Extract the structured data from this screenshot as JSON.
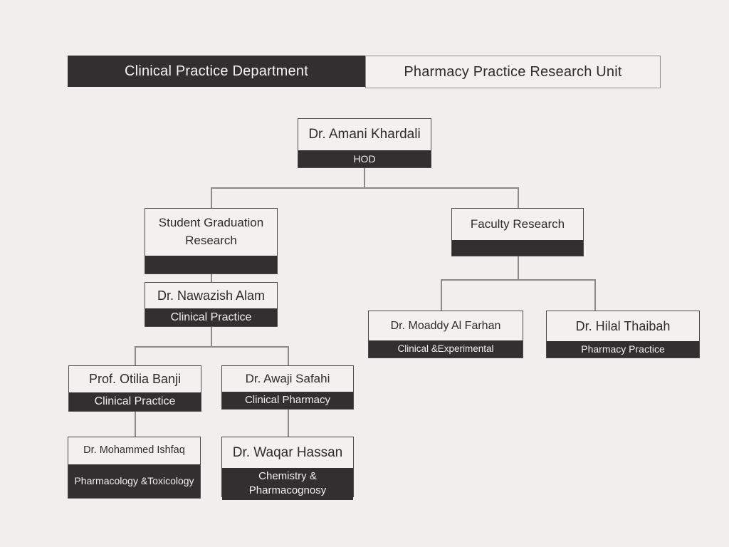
{
  "header": {
    "left_label": "Clinical Practice Department",
    "right_label": "Pharmacy Practice Research Unit"
  },
  "nodes": {
    "hod": {
      "name": "Dr. Amani Khardali",
      "role": "HOD"
    },
    "sgr": {
      "name": "Student Graduation Research",
      "role": ""
    },
    "faculty": {
      "name": "Faculty Research",
      "role": ""
    },
    "nawazish": {
      "name": "Dr. Nawazish Alam",
      "role": "Clinical Practice"
    },
    "otilia": {
      "name": "Prof. Otilia Banji",
      "role": "Clinical Practice"
    },
    "awaji": {
      "name": "Dr. Awaji Safahi",
      "role": "Clinical Pharmacy"
    },
    "ishfaq": {
      "name": "Dr. Mohammed Ishfaq",
      "role": "Pharmacology &Toxicology"
    },
    "waqar": {
      "name": "Dr. Waqar Hassan",
      "role": "Chemistry & Pharmacognosy"
    },
    "moaddy": {
      "name": "Dr. Moaddy Al Farhan",
      "role": "Clinical &Experimental"
    },
    "hilal": {
      "name": "Dr. Hilal Thaibah",
      "role": "Pharmacy Practice"
    }
  },
  "colors": {
    "background": "#f0efed",
    "dark": "#332e2f",
    "light": "#f2f1ef",
    "connector": "#8b8b8b"
  }
}
